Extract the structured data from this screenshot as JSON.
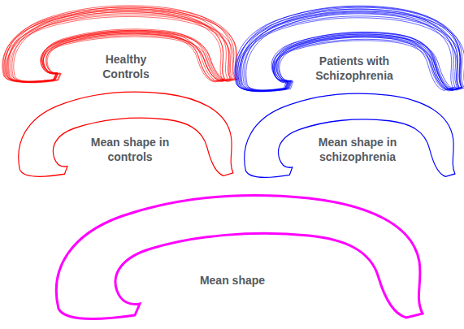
{
  "diagram": {
    "labels": [
      "Healthy Controls",
      "Patients with Schizophrenia",
      "Mean shape in controls",
      "Mean shape in schizophrenia",
      "Mean shape"
    ]
  }
}
